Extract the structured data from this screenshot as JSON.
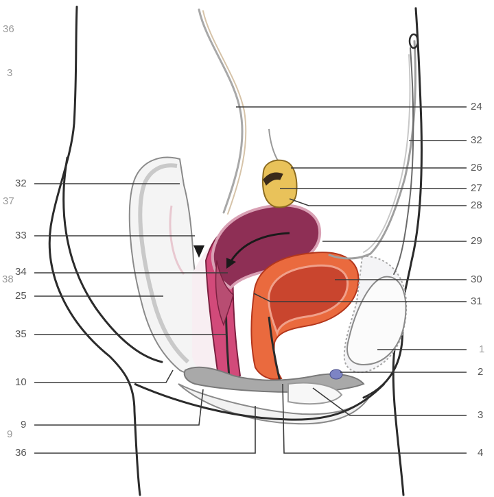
{
  "labels": {
    "left": {
      "l_36": "36",
      "l_3": "3",
      "l_32": "32",
      "l_37": "37",
      "l_33": "33",
      "l_38": "38",
      "l_34": "34",
      "l_25": "25",
      "l_35": "35",
      "l_10": "10",
      "l_9": "9",
      "l_9b": "9",
      "l_36b": "36"
    },
    "right": {
      "r_24": "24",
      "r_32": "32",
      "r_26": "26",
      "r_27": "27",
      "r_28": "28",
      "r_29": "29",
      "r_30": "30",
      "r_31": "31",
      "r_1": "1",
      "r_2": "2",
      "r_3": "3",
      "r_4": "4"
    }
  },
  "colors": {
    "outline": "#2b2b2b",
    "uterus": "#8e2f55",
    "bladder_wall": "#e8593a",
    "bladder_inner": "#c9452e",
    "vagina": "#d24a7a",
    "ovary": "#e9c25a",
    "peritoneum": "#b9b9b9",
    "bone": "#f2f2f2",
    "perineum": "#9f9f9f",
    "blue_spot": "#7d84c4"
  }
}
